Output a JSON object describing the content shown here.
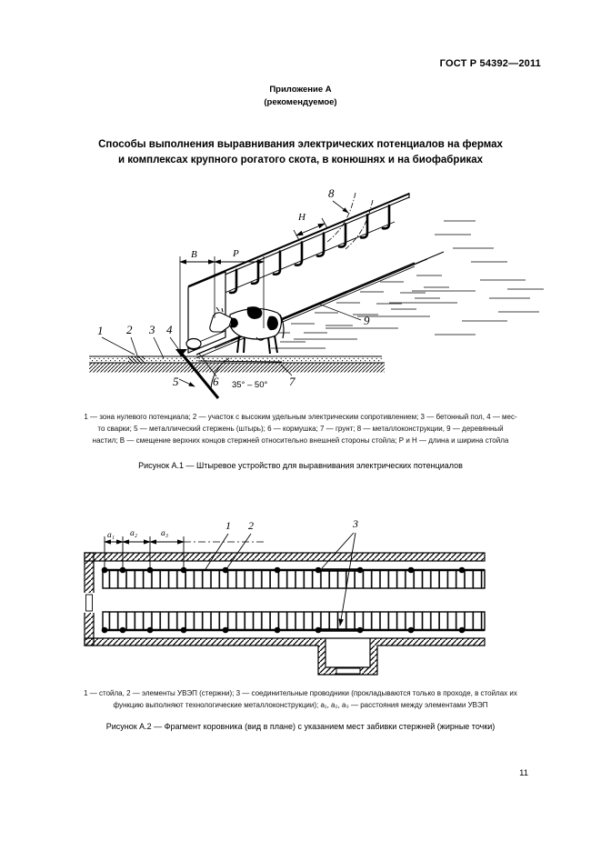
{
  "header": {
    "doc_number": "ГОСТ Р 54392—2011"
  },
  "appendix": {
    "label": "Приложение А",
    "note": "(рекомендуемое)"
  },
  "section_title": {
    "line1": "Способы выполнения выравнивания электрических потенциалов на фермах",
    "line2": "и комплексах крупного рогатого скота, в конюшнях и на биофабриках"
  },
  "figure_a1": {
    "callouts": {
      "n1": "1",
      "n2": "2",
      "n3": "3",
      "n4": "4",
      "n5": "5",
      "n6": "6",
      "n7": "7",
      "n8": "8",
      "n9": "9"
    },
    "dims": {
      "b": "В",
      "p": "Р",
      "h": "Н",
      "angle": "35° – 50°"
    },
    "legend": {
      "line1": "1 — зона нулевого потенциала; 2 — участок с высоким удельным электрическим сопротивлением; 3 — бетонный пол, 4 — мес-",
      "line2": "то сварки; 5 — металлический стержень (штырь); 6 — кормушка; 7 — грунт; 8 — металлоконструкции, 9 — деревянный",
      "line3": "настил; В — смещение верхних концов стержней относительно внешней стороны стойла; Р и Н — длина и ширина стойла"
    },
    "caption": "Рисунок А.1 — Штыревое устройство для выравнивания электрических потенциалов"
  },
  "figure_a2": {
    "callouts": {
      "n1": "1",
      "n2": "2",
      "n3": "3"
    },
    "dims": {
      "a1": "a₁",
      "a2": "a₂",
      "a3": "a₃"
    },
    "legend": {
      "line1": "1 — стойла, 2 — элементы УВЭП (стержни); 3 — соединительные проводники (прокладываются только в проходе, в стойлах их",
      "line2": "функцию выполняют технологические металлоконструкции); a₁, a₂, a₃ — расстояния между элементами УВЭП"
    },
    "caption": "Рисунок А.2 — Фрагмент коровника (вид в плане) с указанием мест забивки стержней (жирные точки)"
  },
  "footer": {
    "page_number": "11"
  }
}
